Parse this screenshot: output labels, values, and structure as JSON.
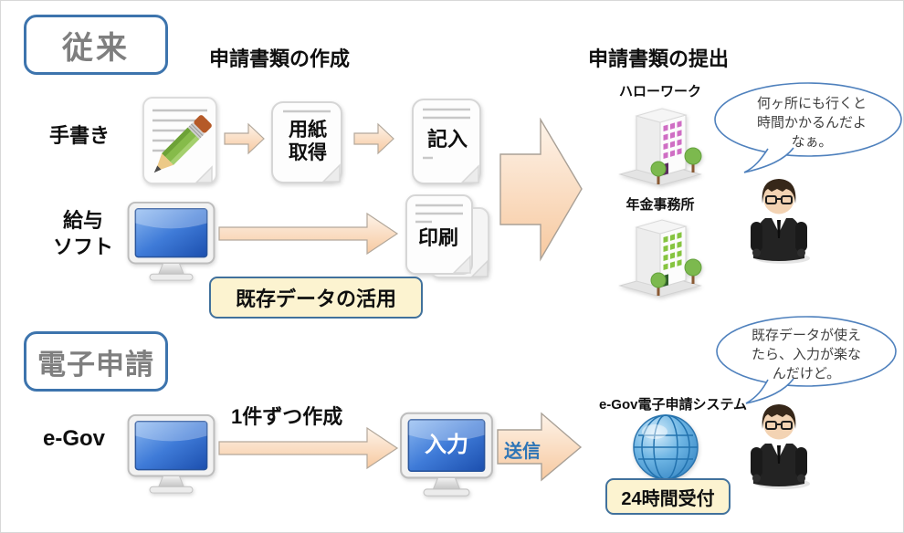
{
  "sections": {
    "conventional_tag": "従来",
    "electronic_tag": "電子申請"
  },
  "headings": {
    "create": "申請書類の作成",
    "submit": "申請書類の提出"
  },
  "row_handwriting": {
    "label": "手書き",
    "step1_line1": "用紙",
    "step1_line2": "取得",
    "step2": "記入"
  },
  "row_payroll": {
    "label_line1": "給与",
    "label_line2": "ソフト",
    "step": "印刷",
    "callout": "既存データの活用"
  },
  "row_egov": {
    "label": "e-Gov",
    "annotation": "1件ずつ作成",
    "step": "入力",
    "send_label": "送信",
    "system_label": "e-Gov電子申請システム",
    "callout": "24時間受付"
  },
  "destinations": {
    "hello_work": "ハローワーク",
    "pension_office": "年金事務所"
  },
  "bubbles": {
    "visit": [
      "何ヶ所にも行くと",
      "時間かかるんだよ",
      "なぁ。"
    ],
    "reuse": [
      "既存データが使え",
      "たら、入力が楽な",
      "んだけど。"
    ]
  },
  "colors": {
    "tag_border": "#3d74ad",
    "cream_bg": "#fcf3d0",
    "cream_border": "#41719c",
    "send_text": "#2e75b6",
    "bubble_border": "#4f81bd",
    "arrow_light": "#fdf3e9",
    "arrow_dark": "#f7c9a0"
  }
}
